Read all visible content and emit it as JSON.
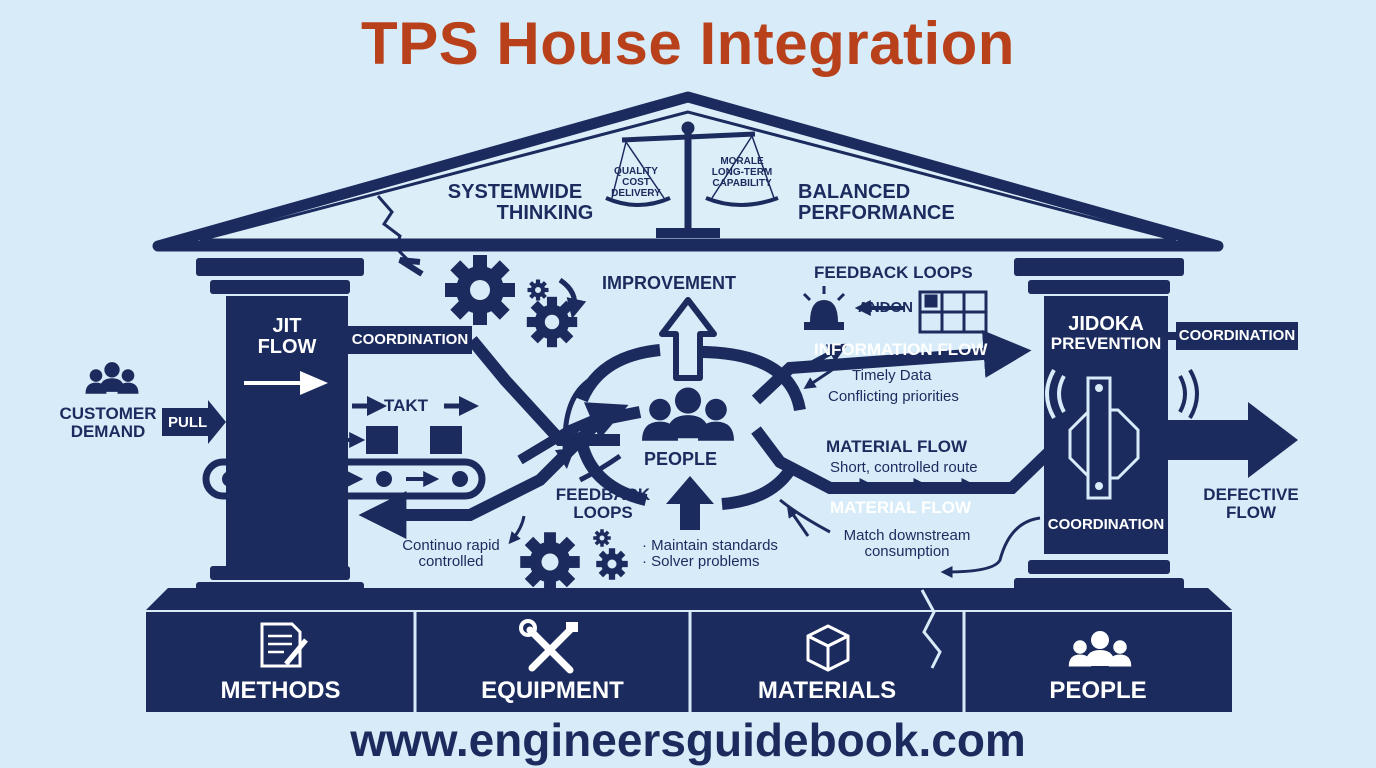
{
  "title": "TPS House Integration",
  "roof": {
    "systemwide_line1": "SYSTEMWIDE",
    "systemwide_line2": "THINKING",
    "balanced_line1": "BALANCED",
    "balanced_line2": "PERFORMANCE",
    "scale_left": [
      "QUALITY",
      "COST",
      "DELIVERY"
    ],
    "scale_right": [
      "MORALE",
      "LONG-TERM",
      "CAPABILITY"
    ]
  },
  "left_pillar": {
    "title_line1": "JIT",
    "title_line2": "FLOW"
  },
  "right_pillar": {
    "title_line1": "JIDOKA",
    "title_line2": "PREVENTION",
    "coordination": "COORDINATION"
  },
  "left_side": {
    "customer_line1": "CUSTOMER",
    "customer_line2": "DEMAND",
    "pull": "PULL",
    "coordination": "COORDINATION",
    "takt": "TAKT",
    "note_line1": "Continuo rapid",
    "note_line2": "controlled"
  },
  "center": {
    "improvement": "IMPROVEMENT",
    "people": "PEOPLE",
    "feedback_line1": "FEEDBACK",
    "feedback_line2": "LOOPS",
    "bullets": [
      "Maintain standards",
      "Solver problems"
    ]
  },
  "right_side": {
    "feedback_loops": "FEEDBACK LOOPS",
    "andon": "ANDON",
    "information_flow": "INFORMATION FLOW",
    "info_sub1": "Timely Data",
    "info_sub2": "Conflicting priorities",
    "material_flow_1": "MATERIAL FLOW",
    "material_sub1": "Short, controlled route",
    "material_flow_2": "MATERIAL FLOW",
    "material_sub2_line1": "Match downstream",
    "material_sub2_line2": "consumption",
    "coordination_right": "COORDINATION",
    "coordination_outer": "COORDINATION",
    "defective_line1": "DEFECTIVE",
    "defective_line2": "FLOW"
  },
  "foundation": [
    "METHODS",
    "EQUIPMENT",
    "MATERIALS",
    "PEOPLE"
  ],
  "footer": "www.engineersguidebook.com",
  "colors": {
    "background": "#d7ecf8",
    "navy": "#1b2b5e",
    "title": "#b8411b"
  },
  "icons": [
    "scale-icon",
    "gear-icon",
    "people-icon",
    "alarm-light-icon",
    "andon-board-icon",
    "conveyor-icon",
    "document-icon",
    "tools-icon",
    "box-icon",
    "stop-gate-icon"
  ]
}
